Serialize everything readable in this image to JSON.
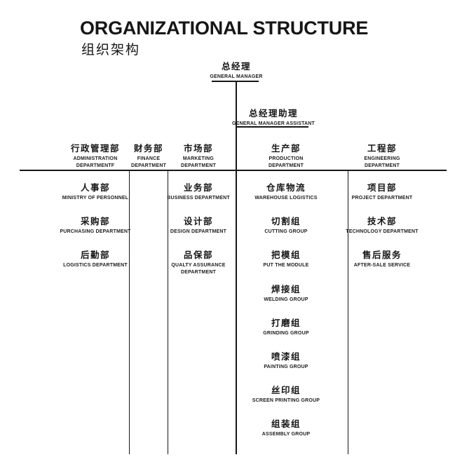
{
  "title": "ORGANIZATIONAL STRUCTURE",
  "subtitle": "组织架构",
  "root": {
    "zh": "总经理",
    "en": "GENERAL MANAGER"
  },
  "assistant": {
    "zh": "总经理助理",
    "en": "GENERAL MANAGER ASSISTANT"
  },
  "departments": [
    {
      "zh": "行政管理部",
      "en": "ADMINISTRATION DEPARTMENTF",
      "children": [
        {
          "zh": "人事部",
          "en": "MINISTRY OF PERSONNEL"
        },
        {
          "zh": "采购部",
          "en": "PURCHASING DEPARTMENT"
        },
        {
          "zh": "后勤部",
          "en": "LOGISTICS DEPARTMENT"
        }
      ]
    },
    {
      "zh": "财务部",
      "en": "FINANCE DEPARTMENT",
      "children": []
    },
    {
      "zh": "市场部",
      "en": "MARKETING DEPARTMENT",
      "children": [
        {
          "zh": "业务部",
          "en": "BUSINESS DEPARTMENT"
        },
        {
          "zh": "设计部",
          "en": "DESIGN DEPARTMENT"
        },
        {
          "zh": "品保部",
          "en": "QUALTY ASSURANCE DEPARTMENT"
        }
      ]
    },
    {
      "zh": "生产部",
      "en": "PRODUCTION DEPARTMENT",
      "children": [
        {
          "zh": "仓库物流",
          "en": "WAREHOUSE LOGISTICS"
        },
        {
          "zh": "切割组",
          "en": "CUTTING GROUP"
        },
        {
          "zh": "把模组",
          "en": "PUT THE MODULE"
        },
        {
          "zh": "焊接组",
          "en": "WELDING GROUP"
        },
        {
          "zh": "打磨组",
          "en": "GRINDING GROUP"
        },
        {
          "zh": "喷漆组",
          "en": "PAINTING GROUP"
        },
        {
          "zh": "丝印组",
          "en": "SCREEN PRINTING GROUP"
        },
        {
          "zh": "组装组",
          "en": "ASSEMBLY GROUP"
        }
      ]
    },
    {
      "zh": "工程部",
      "en": "ENGINEERING DEPARTMENT",
      "children": [
        {
          "zh": "项目部",
          "en": "PROJECT DEPARTMENT"
        },
        {
          "zh": "技术部",
          "en": "TECHNOLOGY DEPARTMENT"
        },
        {
          "zh": "售后服务",
          "en": "AFTER-SALE SERVICE"
        }
      ]
    }
  ],
  "colors": {
    "ink": "#161616",
    "background": "#ffffff"
  }
}
